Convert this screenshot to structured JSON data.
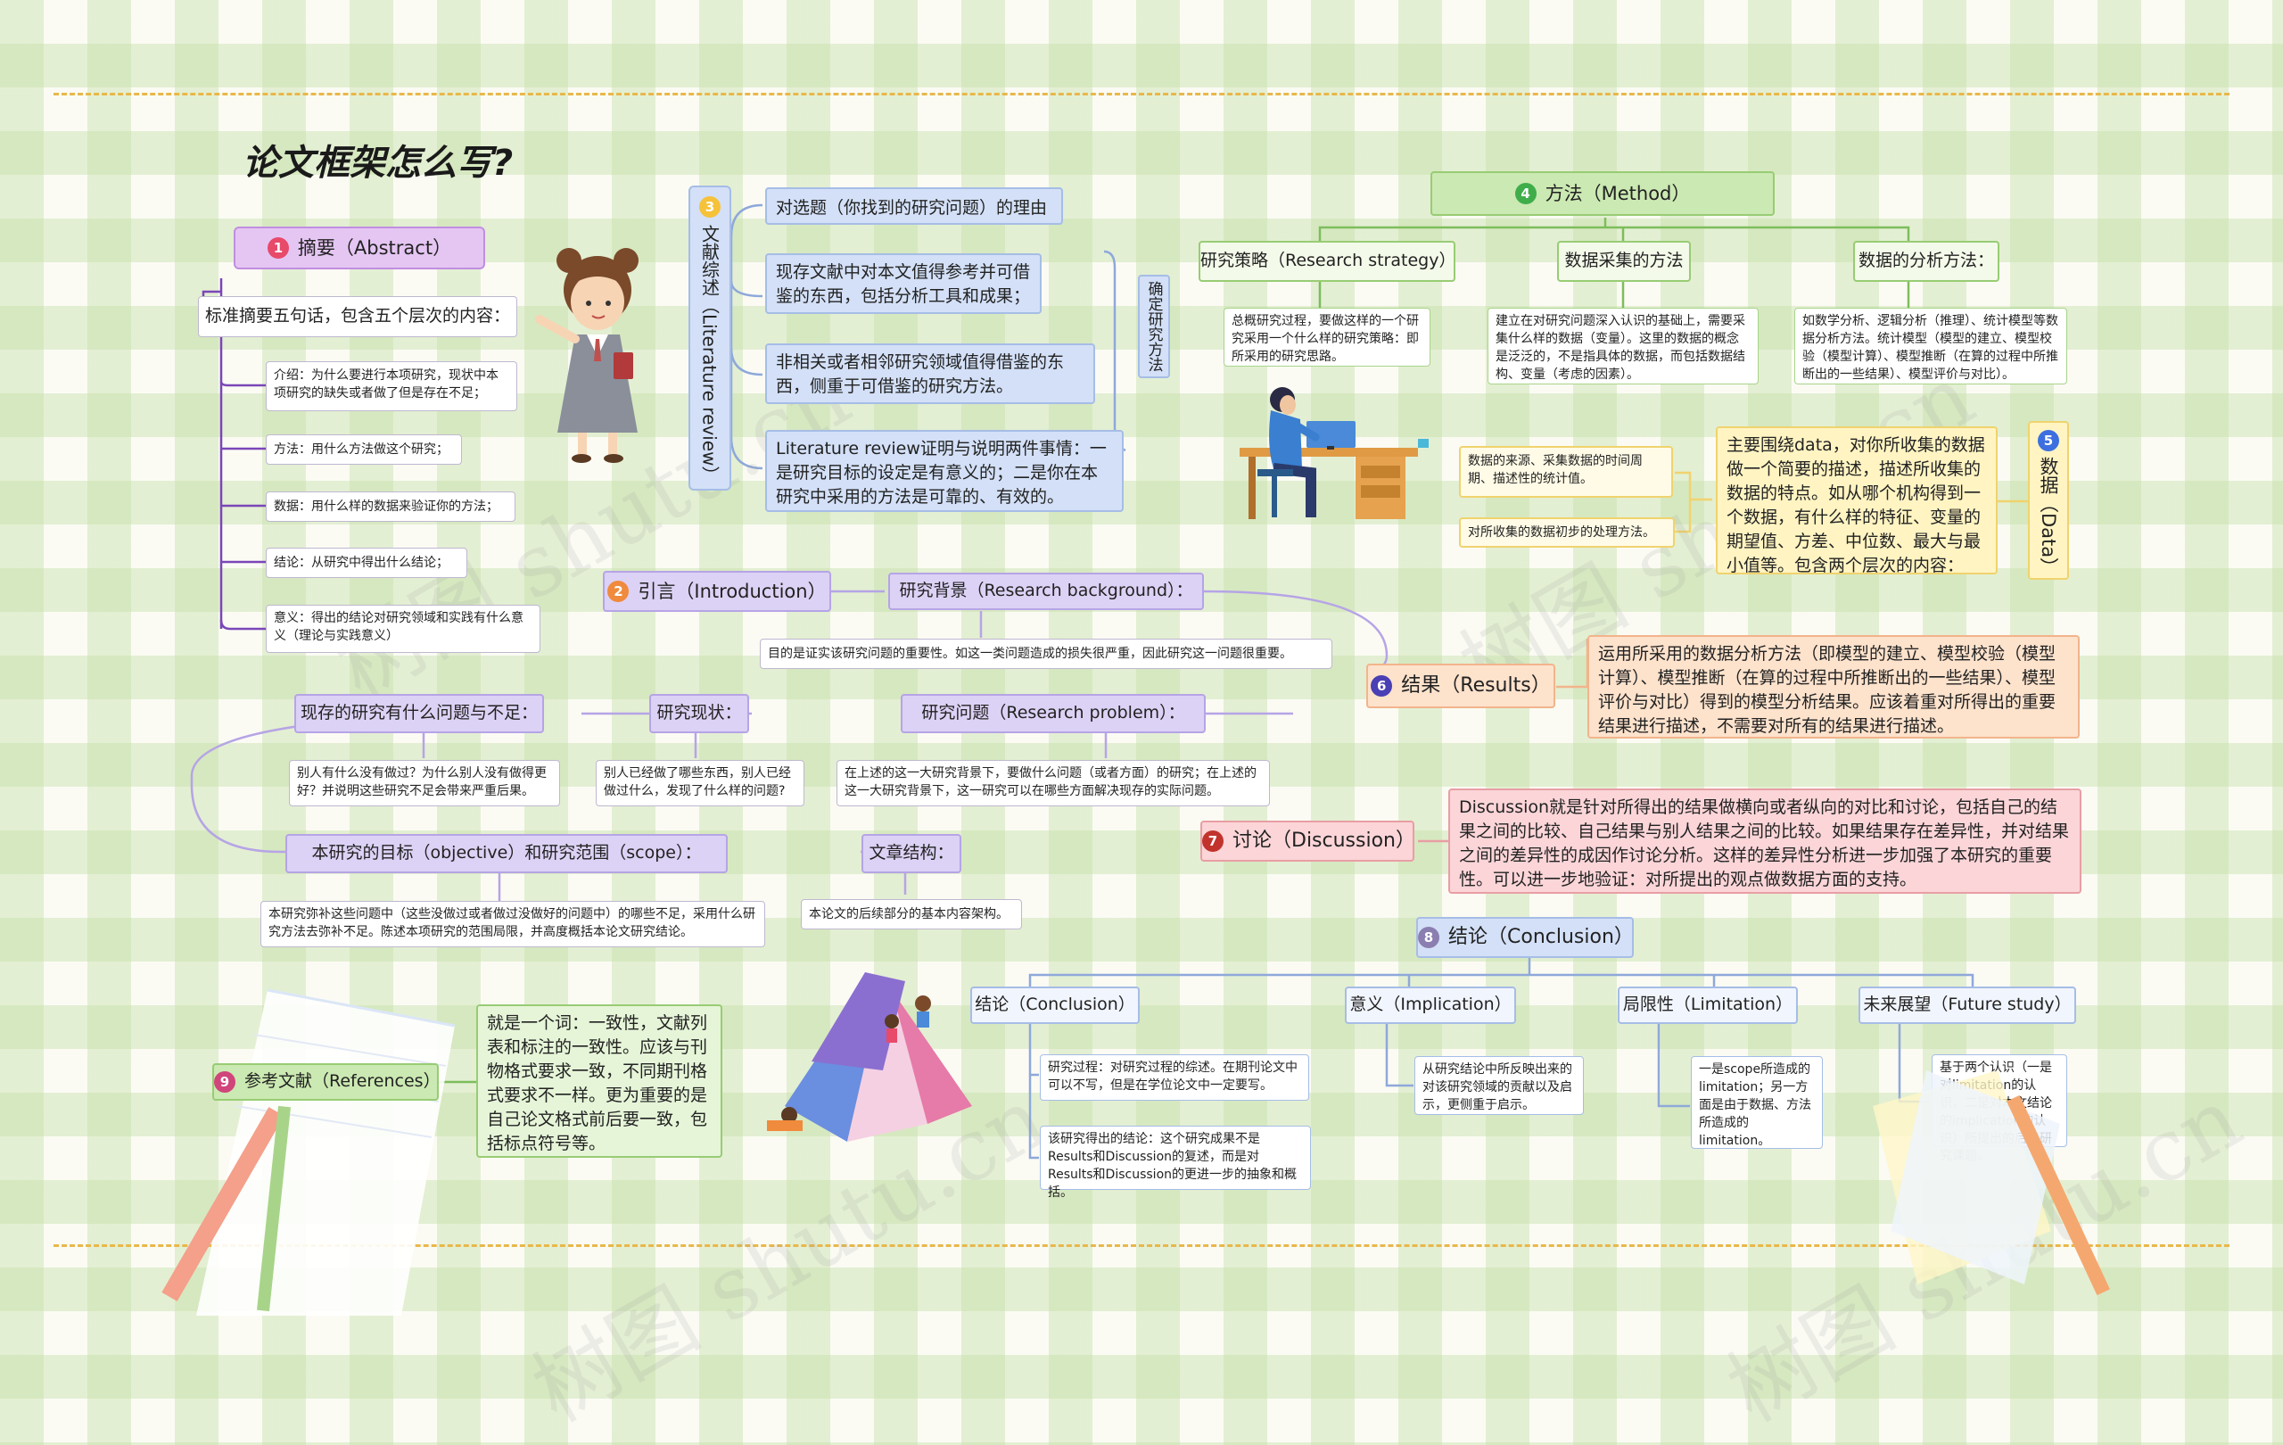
{
  "title": "论文框架怎么写?",
  "colors": {
    "abstract": "#e84a6a",
    "literature": "#f5c23a",
    "introduction": "#f08a3c",
    "method": "#3fae4a",
    "data": "#3d6fe0",
    "results": "#4a3fb4",
    "discussion": "#c2332e",
    "conclusion": "#8a7fb0",
    "references": "#d0457a"
  },
  "abstract": {
    "num": "1",
    "label": "摘要（Abstract）",
    "intro": "标准摘要五句话，包含五个层次的内容：",
    "items": [
      "介绍：为什么要进行本项研究，现状中本项研究的缺失或者做了但是存在不足；",
      "方法：用什么方法做这个研究；",
      "数据：用什么样的数据来验证你的方法；",
      "结论：从研究中得出什么结论；",
      "意义：得出的结论对研究领域和实践有什么意义（理论与实践意义）"
    ]
  },
  "literature": {
    "num": "3",
    "label": "文献综述（Literature review）",
    "items": [
      "对选题（你找到的研究问题）的理由",
      "现存文献中对本文值得参考并可借鉴的东西，包括分析工具和成果；",
      "非相关或者相邻研究领域值得借鉴的东西，侧重于可借鉴的研究方法。",
      "Literature review证明与说明两件事情：一是研究目标的设定是有意义的；二是你在本研究中采用的方法是可靠的、有效的。"
    ],
    "side": "确定研究方法"
  },
  "method": {
    "num": "4",
    "label": "方法（Method）",
    "subs": [
      {
        "label": "研究策略（Research strategy）",
        "desc": "总概研究过程，要做这样的一个研究采用一个什么样的研究策略：即所采用的研究思路。"
      },
      {
        "label": "数据采集的方法",
        "desc": "建立在对研究问题深入认识的基础上，需要采集什么样的数据（变量）。这里的数据的概念是泛泛的，不是指具体的数据，而包括数据结构、变量（考虑的因素）。"
      },
      {
        "label": "数据的分析方法：",
        "desc": "如数学分析、逻辑分析（推理）、统计模型等数据分析方法。统计模型（模型的建立、模型校验（模型计算）、模型推断（在算的过程中所推断出的一些结果）、模型评价与对比）。"
      }
    ]
  },
  "data": {
    "num": "5",
    "label": "数据（Data）",
    "main": "主要围绕data，对你所收集的数据做一个简要的描述，描述所收集的数据的特点。如从哪个机构得到一个数据，有什么样的特征、变量的期望值、方差、中位数、最大与最小值等。包含两个层次的内容：",
    "items": [
      "数据的来源、采集数据的时间周期、描述性的统计值。",
      "对所收集的数据初步的处理方法。"
    ]
  },
  "introduction": {
    "num": "2",
    "label": "引言（Introduction）",
    "background": "研究背景（Research background）：",
    "background_desc": "目的是证实该研究问题的重要性。如这一类问题造成的损失很严重，因此研究这一问题很重要。",
    "problem": "研究问题（Research problem）：",
    "problem_desc": "在上述的这一大研究背景下，要做什么问题（或者方面）的研究；在上述的这一大研究背景下，这一研究可以在哪些方面解决现存的实际问题。",
    "status": "研究现状：",
    "status_desc": "别人已经做了哪些东西，别人已经做过什么，发现了什么样的问题?",
    "gaps": "现存的研究有什么问题与不足：",
    "gaps_desc": "别人有什么没有做过？为什么别人没有做得更好？并说明这些研究不足会带来严重后果。",
    "objective": "本研究的目标（objective）和研究范围（scope）：",
    "objective_desc": "本研究弥补这些问题中（这些没做过或者做过没做好的问题中）的哪些不足，采用什么研究方法去弥补不足。陈述本项研究的范围局限，并高度概括本论文研究结论。",
    "structure": "文章结构：",
    "structure_desc": "本论文的后续部分的基本内容架构。"
  },
  "results": {
    "num": "6",
    "label": "结果（Results）",
    "desc": "运用所采用的数据分析方法（即模型的建立、模型校验（模型计算）、模型推断（在算的过程中所推断出的一些结果）、模型评价与对比）得到的模型分析结果。应该着重对所得出的重要结果进行描述，不需要对所有的结果进行描述。"
  },
  "discussion": {
    "num": "7",
    "label": "讨论（Discussion）",
    "desc": "Discussion就是针对所得出的结果做横向或者纵向的对比和讨论，包括自己的结果之间的比较、自己结果与别人结果之间的比较。如果结果存在差异性，并对结果之间的差异性的成因作讨论分析。这样的差异性分析进一步加强了本研究的重要性。可以进一步地验证：对所提出的观点做数据方面的支持。"
  },
  "conclusion": {
    "num": "8",
    "label": "结论（Conclusion）",
    "subs": [
      {
        "label": "结论（Conclusion）",
        "descs": [
          "研究过程：对研究过程的综述。在期刊论文中可以不写，但是在学位论文中一定要写。",
          "该研究得出的结论：这个研究成果不是Results和Discussion的复述，而是对Results和Discussion的更进一步的抽象和概括。"
        ]
      },
      {
        "label": "意义（Implication）",
        "descs": [
          "从研究结论中所反映出来的对该研究领域的贡献以及启示，更侧重于启示。"
        ]
      },
      {
        "label": "局限性（Limitation）",
        "descs": [
          "一是scope所造成的limitation；另一方面是由于数据、方法所造成的limitation。"
        ]
      },
      {
        "label": "未来展望（Future study）",
        "descs": [
          "基于两个认识（一是对limitation的认识，二是对本文结论的implication的认识）所提出的后续研究课题。"
        ]
      }
    ]
  },
  "references": {
    "num": "9",
    "label": "参考文献（References）",
    "desc": "就是一个词：一致性，文献列表和标注的一致性。应该与刊物格式要求一致，不同期刊格式要求不一样。更为重要的是自己论文格式前后要一致，包括标点符号等。"
  },
  "watermark": "树图 shutu.cn"
}
